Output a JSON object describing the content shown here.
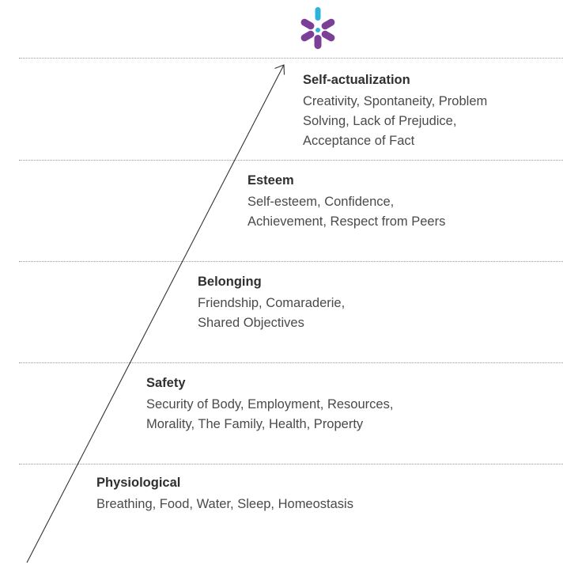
{
  "logo": {
    "icon": "asterisk-logo-icon",
    "colors": {
      "petals": "#7b3f98",
      "top": "#2bb3d9",
      "center": "#ffffff"
    }
  },
  "levels": [
    {
      "title": "Self-actualization",
      "lines": [
        "Creativity, Spontaneity, Problem",
        "Solving, Lack of Prejudice,",
        "Acceptance of Fact"
      ]
    },
    {
      "title": "Esteem",
      "lines": [
        "Self-esteem, Confidence,",
        "Achievement, Respect from Peers"
      ]
    },
    {
      "title": "Belonging",
      "lines": [
        "Friendship, Comaraderie,",
        "Shared Objectives"
      ]
    },
    {
      "title": "Safety",
      "lines": [
        "Security of Body, Employment, Resources,",
        "Morality, The Family, Health, Property"
      ]
    },
    {
      "title": "Physiological",
      "lines": [
        "Breathing, Food, Water, Sleep, Homeostasis"
      ]
    }
  ],
  "colors": {
    "divider": "#9a9a9a",
    "arrow": "#333333",
    "title": "#2f2f2f",
    "body": "#4a4a4a"
  }
}
